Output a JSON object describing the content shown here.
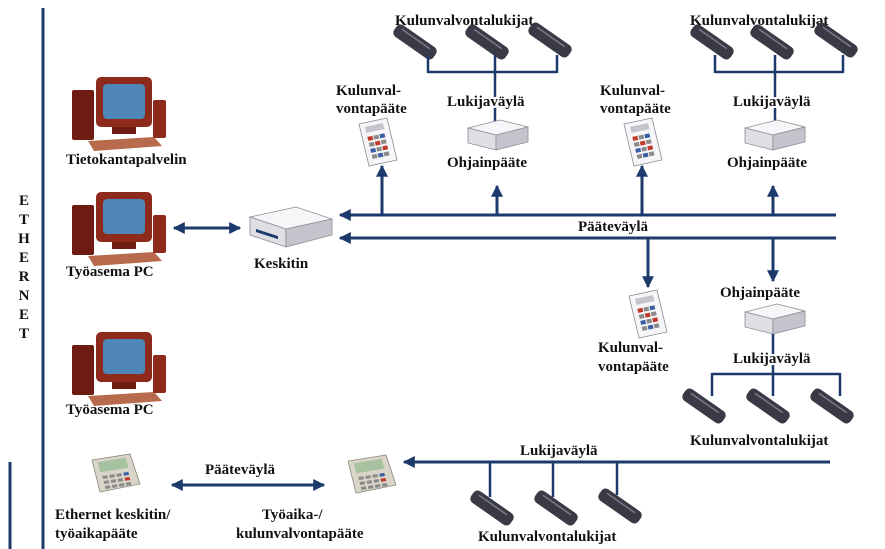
{
  "colors": {
    "bus_line": "#1d3a6c",
    "pc_case": "#6e1c12",
    "monitor_body": "#8e2a1c",
    "monitor_screen": "#4f86b8",
    "keyboard": "#b86a4c",
    "reader_body": "#3a3a46",
    "reader_highlight": "#7a7a88",
    "device_light": "#f6f6f8",
    "device_mid": "#dedee4",
    "device_dark": "#c4c4cc",
    "device_outline": "#8c8c96",
    "terminal_body": "#d9d5c9",
    "terminal_screen": "#a7c2a0",
    "key_red": "#c0392b",
    "key_blue": "#3b5fa6",
    "key_grey": "#8a8a8a"
  },
  "ethernet_bus": {
    "label": "ETHERNET"
  },
  "computers": {
    "database_server_label": "Tietokantapalvelin",
    "workstation_1_label": "Työasema PC",
    "workstation_2_label": "Työasema PC"
  },
  "hub": {
    "label": "Keskitin"
  },
  "terminal_bus": {
    "label": "Pääteväylä"
  },
  "top_left_branch": {
    "readers_label": "Kulunvalvontalukijat",
    "reader_bus_label": "Lukijaväylä",
    "access_terminal_label_line1": "Kulunval-",
    "access_terminal_label_line2": "vontapääte",
    "controller_label": "Ohjainpääte"
  },
  "top_right_branch": {
    "readers_label": "Kulunvalvontalukijat",
    "reader_bus_label": "Lukijaväylä",
    "access_terminal_label_line1": "Kulunval-",
    "access_terminal_label_line2": "vontapääte",
    "controller_label": "Ohjainpääte"
  },
  "lower_right_branch": {
    "access_terminal_label_line1": "Kulunval-",
    "access_terminal_label_line2": "vontapääte",
    "controller_label": "Ohjainpääte",
    "reader_bus_label": "Lukijaväylä",
    "readers_label": "Kulunvalvontalukijat"
  },
  "bottom_branch": {
    "ethernet_terminal_label_line1": "Ethernet keskitin/",
    "ethernet_terminal_label_line2": "työaikapääte",
    "terminal_bus_label": "Pääteväylä",
    "time_terminal_label_line1": "Työaika-/",
    "time_terminal_label_line2": "kulunvalvontapääte",
    "reader_bus_label": "Lukijaväylä",
    "readers_label": "Kulunvalvontalukijat"
  }
}
